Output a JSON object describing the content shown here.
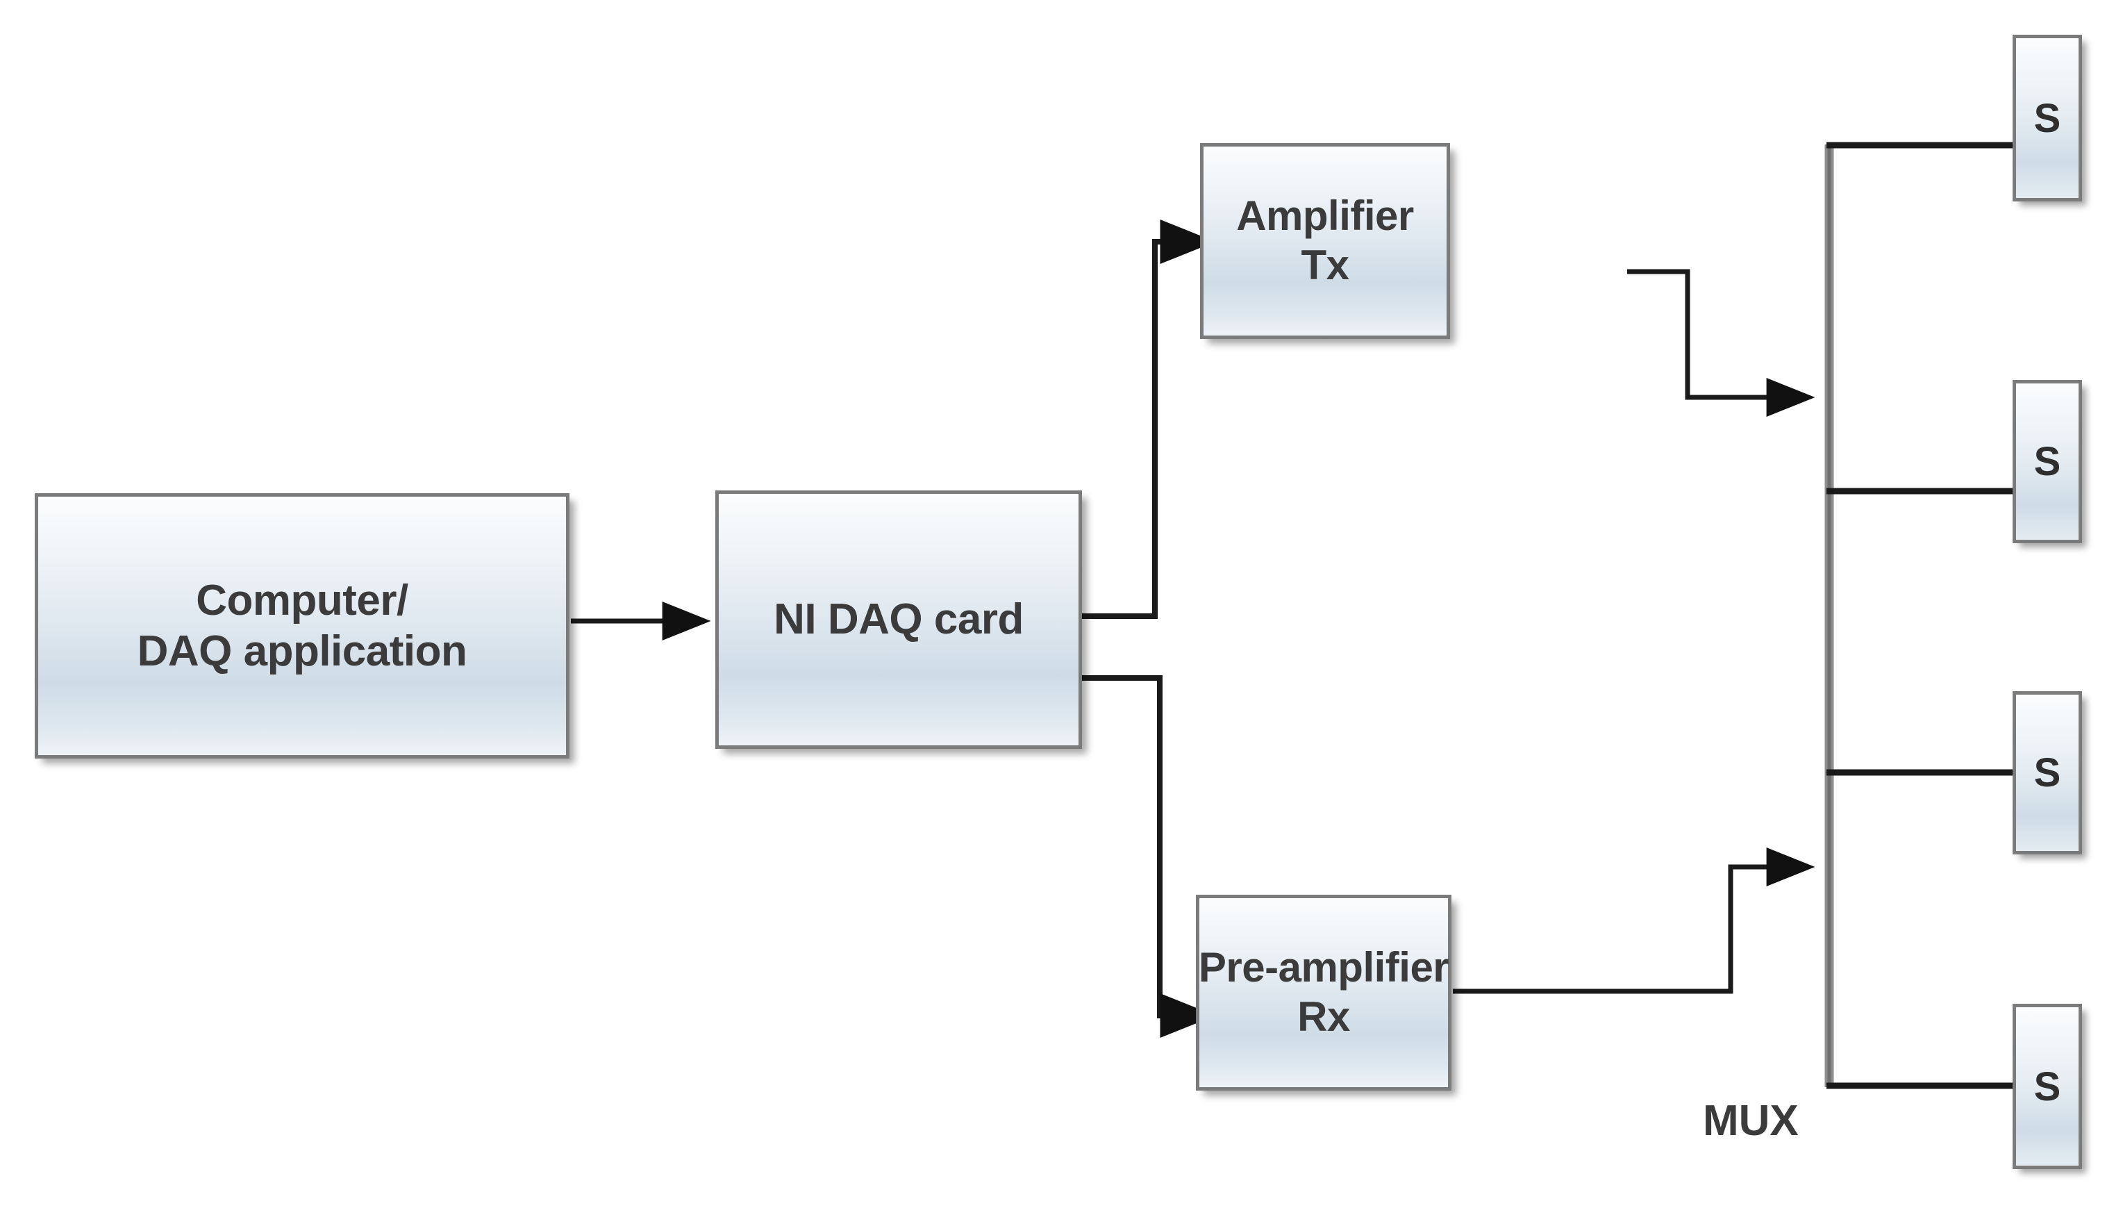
{
  "diagram": {
    "title": "DAQ ultrasound transmit/receive block diagram",
    "accent_border": "#7b7b7b",
    "text_color": "#3b3b3b",
    "wire_color": "#1a1a1a",
    "blocks": [
      {
        "id": "computer",
        "line1": "Computer/",
        "line2": "DAQ application"
      },
      {
        "id": "nidaq",
        "line1": "NI DAQ card",
        "line2": ""
      },
      {
        "id": "amplifier",
        "line1": "Amplifier",
        "line2": "Tx"
      },
      {
        "id": "preamp",
        "line1": "Pre-amplifier",
        "line2": "Rx"
      }
    ],
    "mux": {
      "label": "MUX"
    },
    "sensors": [
      {
        "id": "s1",
        "label": "S"
      },
      {
        "id": "s2",
        "label": "S"
      },
      {
        "id": "s3",
        "label": "S"
      },
      {
        "id": "s4",
        "label": "S"
      }
    ],
    "connections": [
      {
        "from": "computer",
        "to": "nidaq",
        "arrow": true
      },
      {
        "from": "nidaq",
        "to": "amplifier",
        "arrow": true
      },
      {
        "from": "nidaq",
        "to": "preamp",
        "arrow": true
      },
      {
        "from": "amplifier",
        "to": "mux-bus",
        "arrow": true
      },
      {
        "from": "preamp",
        "to": "mux-bus",
        "arrow": true
      },
      {
        "from": "mux-bus",
        "to": "s1",
        "arrow": false
      },
      {
        "from": "mux-bus",
        "to": "s2",
        "arrow": false
      },
      {
        "from": "mux-bus",
        "to": "s3",
        "arrow": false
      },
      {
        "from": "mux-bus",
        "to": "s4",
        "arrow": false
      }
    ]
  }
}
